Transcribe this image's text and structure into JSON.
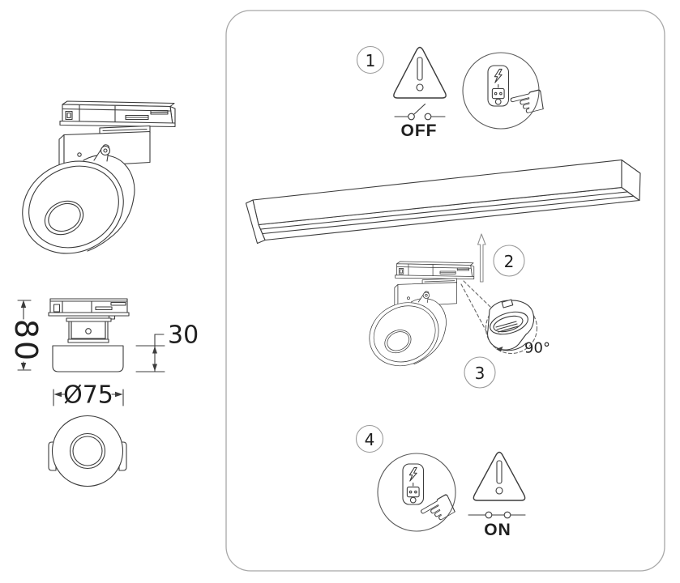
{
  "document": {
    "type": "track-spotlight installation manual page"
  },
  "dimensions": {
    "height": "80",
    "head_height": "30",
    "diameter": "Ø75"
  },
  "steps": {
    "s1": {
      "number": "1",
      "switch_label": "OFF"
    },
    "s2": {
      "number": "2"
    },
    "s3": {
      "number": "3",
      "rotation": "90°"
    },
    "s4": {
      "number": "4",
      "switch_label": "ON"
    }
  },
  "icons": {
    "pointing_hand_glyph": "☜",
    "warning_triangle": "exclamation-in-triangle",
    "lightning": "high-voltage-bolt"
  },
  "colors": {
    "line": "#3c3c3c",
    "panel_border": "#a8a8a8",
    "badge_border": "#9b9b9b"
  }
}
